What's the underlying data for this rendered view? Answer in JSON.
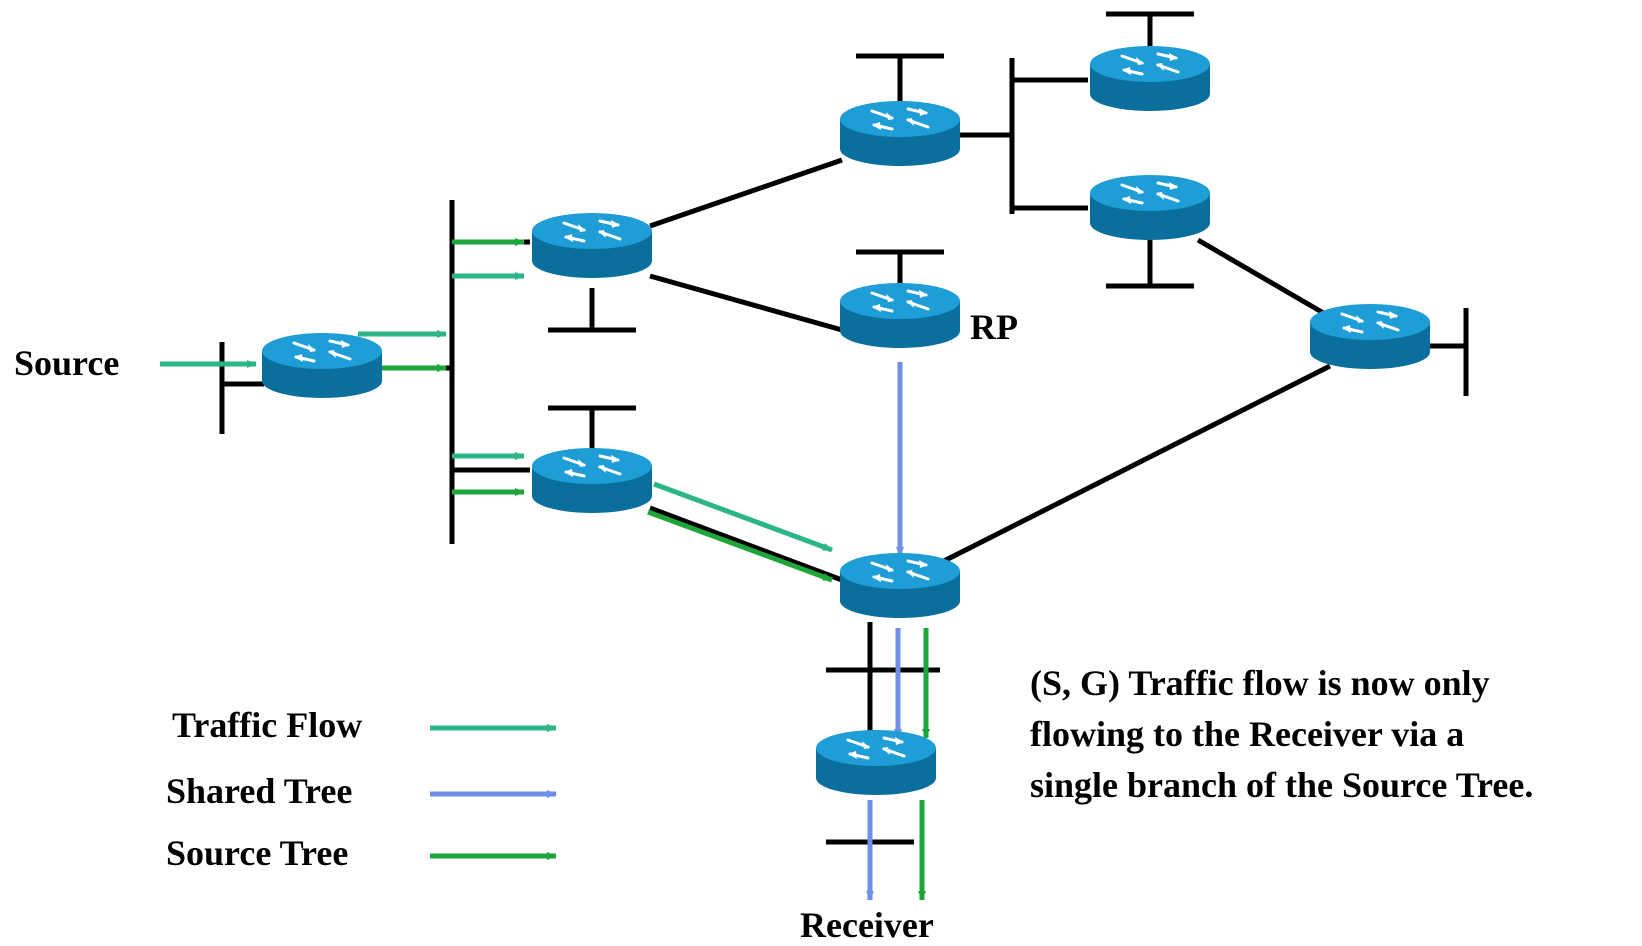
{
  "labels": {
    "source": "Source",
    "rp": "RP",
    "receiver": "Receiver"
  },
  "legend": [
    {
      "label": "Traffic Flow",
      "color": "#2db58a"
    },
    {
      "label": "Shared Tree",
      "color": "#6f8fe6"
    },
    {
      "label": "Source Tree",
      "color": "#1fa63a"
    }
  ],
  "note": {
    "lines": [
      "(S, G) Traffic flow is now only",
      "flowing to the Receiver via a",
      "single branch of the Source Tree."
    ]
  },
  "colors": {
    "router_top": "#1e9dd6",
    "router_side": "#0b6f9e",
    "link": "#000000",
    "traffic_flow": "#2db58a",
    "shared_tree": "#6f8fe6",
    "source_tree": "#1fa63a"
  },
  "icons": {
    "router": "router-icon"
  }
}
